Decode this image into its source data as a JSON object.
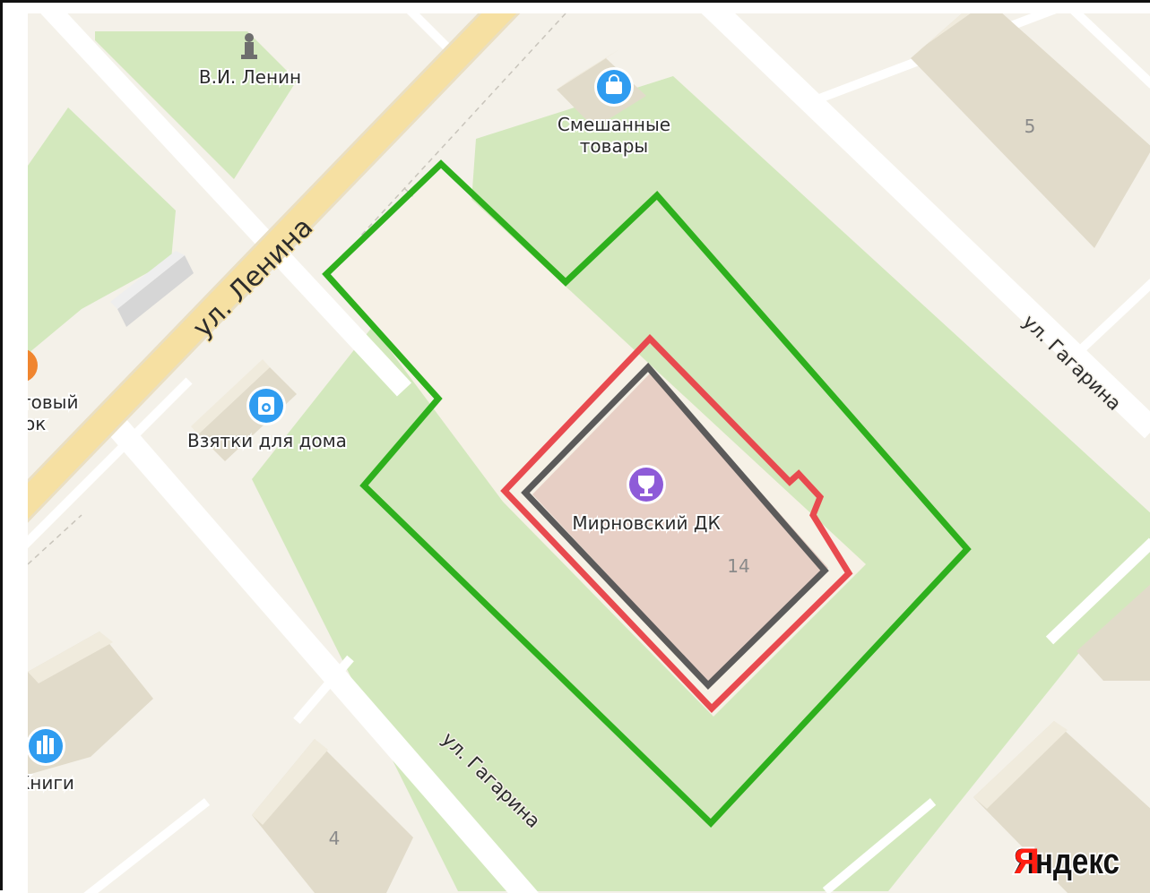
{
  "map": {
    "provider_logo": "Яндекс",
    "streets": [
      {
        "id": "lenina",
        "label": "ул. Ленина"
      },
      {
        "id": "gagarina-right",
        "label": "ул. Гагарина"
      },
      {
        "id": "gagarina-bottom",
        "label": "ул. Гагарина"
      }
    ],
    "pois": [
      {
        "id": "lenin-monument",
        "label": "В.И. Ленин",
        "icon": "monument-icon"
      },
      {
        "id": "mixed-goods",
        "label_line1": "Смешанные",
        "label_line2": "товары",
        "icon": "shopping-bag-icon",
        "color": "#2f9cf0"
      },
      {
        "id": "vzyatki",
        "label": "Взятки для дома",
        "icon": "washing-machine-icon",
        "color": "#2f9cf0"
      },
      {
        "id": "dk",
        "label": "Мирновский ДК",
        "icon": "trophy-icon",
        "color": "#8e5bd8"
      },
      {
        "id": "books",
        "label": "Книги",
        "icon": "books-icon",
        "color": "#2f9cf0"
      },
      {
        "id": "cut-left",
        "label_line1": "товый",
        "label_line2": "ок",
        "icon": "orange-poi-icon",
        "color": "#f0852f"
      }
    ],
    "house_numbers": {
      "h5": "5",
      "h14": "14",
      "h4": "4"
    },
    "outline_colors": {
      "territory": "#2eb01d",
      "building_red": "#e84a4f",
      "building_gray": "#5b5a5a"
    },
    "colors": {
      "park": "#d3e8bd",
      "road_major": "#f6e0a2",
      "building": "#ebe6d8",
      "dk_building": "#e7cfc5",
      "background": "#f4f1e9"
    }
  }
}
